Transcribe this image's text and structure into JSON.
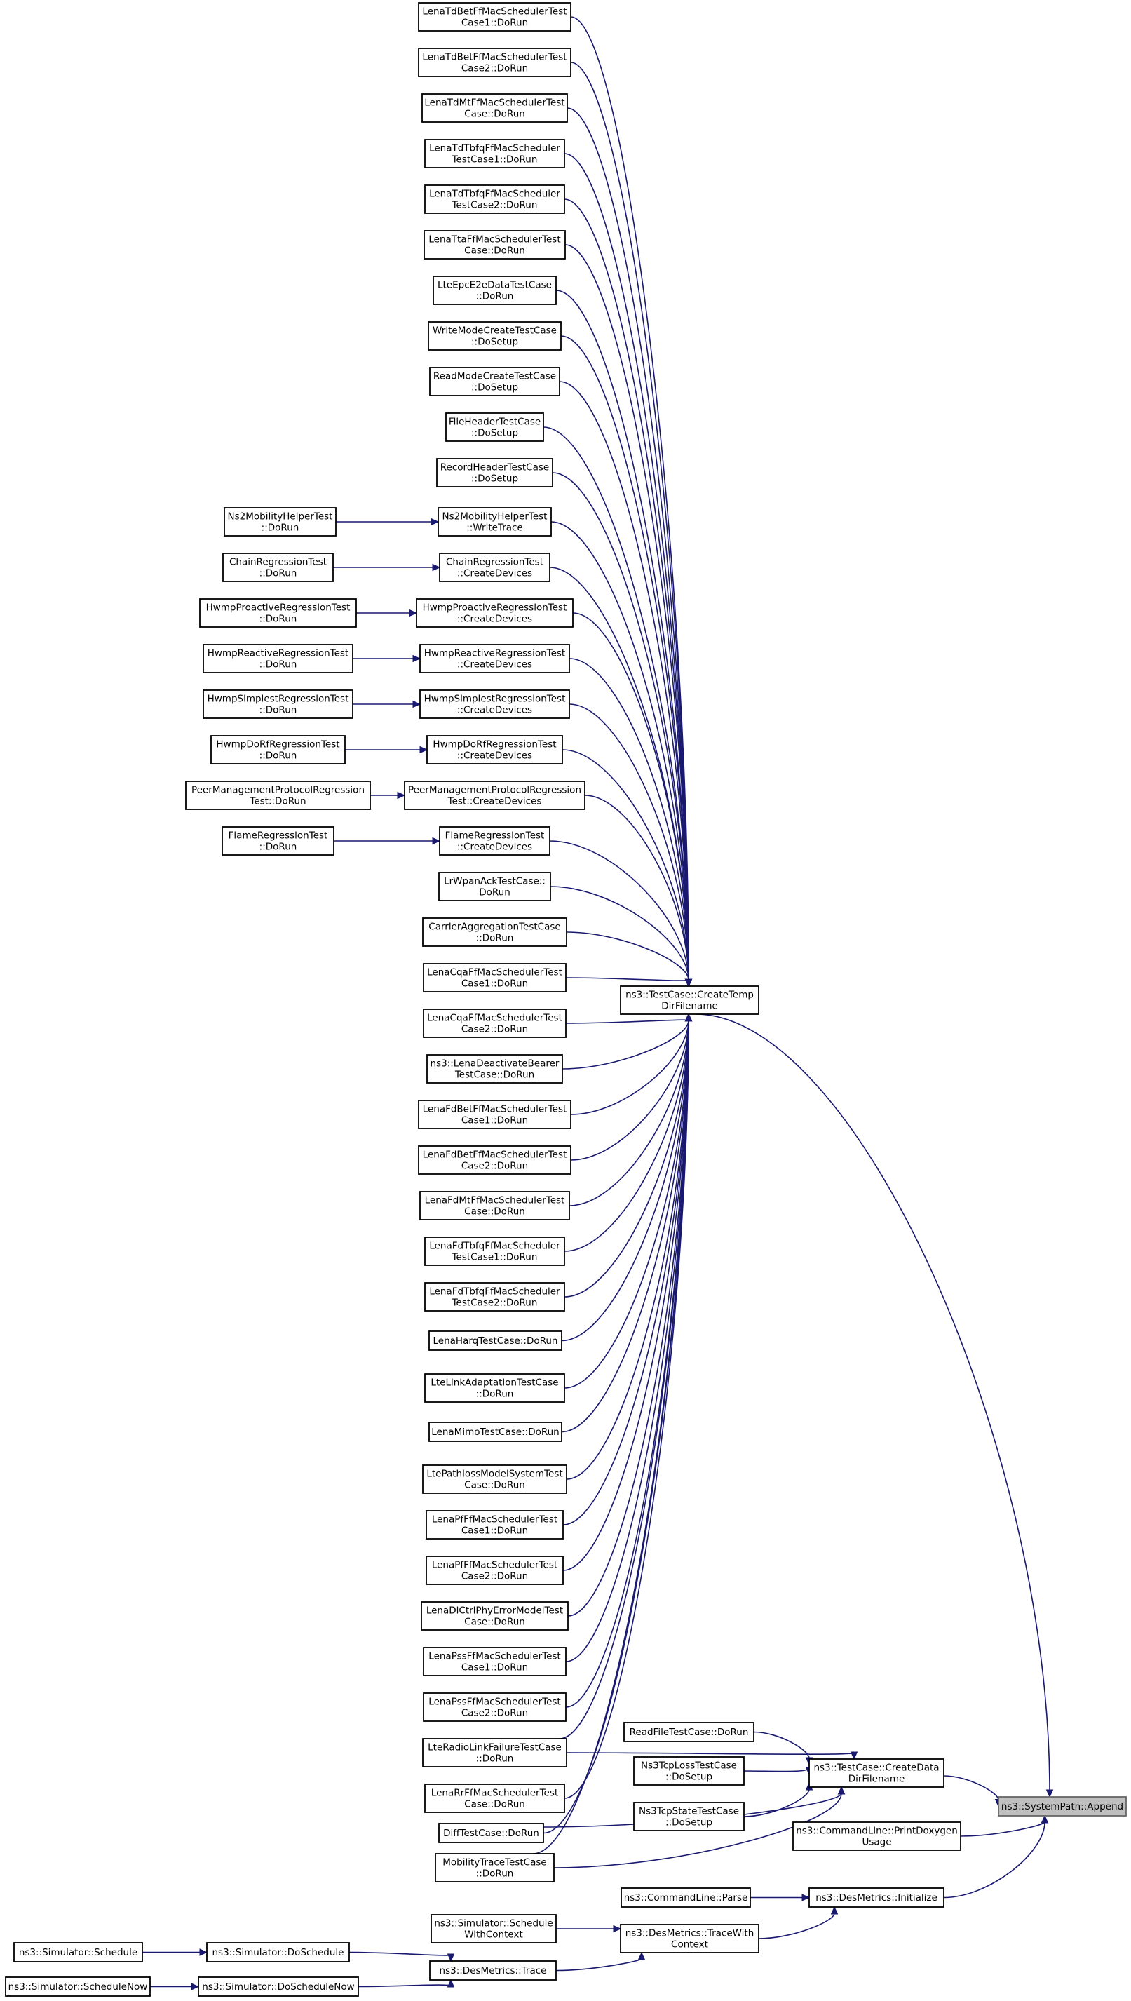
{
  "colors": {
    "edge": "#191970",
    "node_border": "#000000",
    "highlight_fill": "#bfbfbf",
    "background": "#ffffff"
  },
  "nodes": [
    {
      "id": "append",
      "lines": [
        "ns3::SystemPath::Append"
      ],
      "highlight": true
    },
    {
      "id": "ctdf",
      "lines": [
        "ns3::TestCase::CreateTemp",
        "DirFilename"
      ]
    },
    {
      "id": "cddf",
      "lines": [
        "ns3::TestCase::CreateData",
        "DirFilename"
      ]
    },
    {
      "id": "pdu",
      "lines": [
        "ns3::CommandLine::PrintDoxygen",
        "Usage"
      ]
    },
    {
      "id": "dmi",
      "lines": [
        "ns3::DesMetrics::Initialize"
      ]
    },
    {
      "id": "clp",
      "lines": [
        "ns3::CommandLine::Parse"
      ]
    },
    {
      "id": "dmtwc",
      "lines": [
        "ns3::DesMetrics::TraceWith",
        "Context"
      ]
    },
    {
      "id": "dmt",
      "lines": [
        "ns3::DesMetrics::Trace"
      ]
    },
    {
      "id": "sswc",
      "lines": [
        "ns3::Simulator::Schedule",
        "WithContext"
      ]
    },
    {
      "id": "sds",
      "lines": [
        "ns3::Simulator::DoSchedule"
      ]
    },
    {
      "id": "sdsn",
      "lines": [
        "ns3::Simulator::DoScheduleNow"
      ]
    },
    {
      "id": "ss",
      "lines": [
        "ns3::Simulator::Schedule"
      ]
    },
    {
      "id": "ssn",
      "lines": [
        "ns3::Simulator::ScheduleNow"
      ]
    },
    {
      "id": "rftc",
      "lines": [
        "ReadFileTestCase::DoRun"
      ]
    },
    {
      "id": "ntltc",
      "lines": [
        "Ns3TcpLossTestCase",
        "::DoSetup"
      ]
    },
    {
      "id": "ntstc",
      "lines": [
        "Ns3TcpStateTestCase",
        "::DoSetup"
      ]
    },
    {
      "id": "n1",
      "lines": [
        "LenaTdBetFfMacSchedulerTest",
        "Case1::DoRun"
      ]
    },
    {
      "id": "n2",
      "lines": [
        "LenaTdBetFfMacSchedulerTest",
        "Case2::DoRun"
      ]
    },
    {
      "id": "n3",
      "lines": [
        "LenaTdMtFfMacSchedulerTest",
        "Case::DoRun"
      ]
    },
    {
      "id": "n4",
      "lines": [
        "LenaTdTbfqFfMacScheduler",
        "TestCase1::DoRun"
      ]
    },
    {
      "id": "n5",
      "lines": [
        "LenaTdTbfqFfMacScheduler",
        "TestCase2::DoRun"
      ]
    },
    {
      "id": "n6",
      "lines": [
        "LenaTtaFfMacSchedulerTest",
        "Case::DoRun"
      ]
    },
    {
      "id": "n7",
      "lines": [
        "LteEpcE2eDataTestCase",
        "::DoRun"
      ]
    },
    {
      "id": "n8",
      "lines": [
        "WriteModeCreateTestCase",
        "::DoSetup"
      ]
    },
    {
      "id": "n9",
      "lines": [
        "ReadModeCreateTestCase",
        "::DoSetup"
      ]
    },
    {
      "id": "n10",
      "lines": [
        "FileHeaderTestCase",
        "::DoSetup"
      ]
    },
    {
      "id": "n11",
      "lines": [
        "RecordHeaderTestCase",
        "::DoSetup"
      ]
    },
    {
      "id": "n12",
      "lines": [
        "Ns2MobilityHelperTest",
        "::WriteTrace"
      ]
    },
    {
      "id": "n13",
      "lines": [
        "ChainRegressionTest",
        "::CreateDevices"
      ]
    },
    {
      "id": "n14",
      "lines": [
        "HwmpProactiveRegressionTest",
        "::CreateDevices"
      ]
    },
    {
      "id": "n15",
      "lines": [
        "HwmpReactiveRegressionTest",
        "::CreateDevices"
      ]
    },
    {
      "id": "n16",
      "lines": [
        "HwmpSimplestRegressionTest",
        "::CreateDevices"
      ]
    },
    {
      "id": "n17",
      "lines": [
        "HwmpDoRfRegressionTest",
        "::CreateDevices"
      ]
    },
    {
      "id": "n18",
      "lines": [
        "PeerManagementProtocolRegression",
        "Test::CreateDevices"
      ]
    },
    {
      "id": "n19",
      "lines": [
        "FlameRegressionTest",
        "::CreateDevices"
      ]
    },
    {
      "id": "n20",
      "lines": [
        "LrWpanAckTestCase::",
        "DoRun"
      ]
    },
    {
      "id": "n21",
      "lines": [
        "CarrierAggregationTestCase",
        "::DoRun"
      ]
    },
    {
      "id": "n22",
      "lines": [
        "LenaCqaFfMacSchedulerTest",
        "Case1::DoRun"
      ]
    },
    {
      "id": "n23",
      "lines": [
        "LenaCqaFfMacSchedulerTest",
        "Case2::DoRun"
      ]
    },
    {
      "id": "n24",
      "lines": [
        "ns3::LenaDeactivateBearer",
        "TestCase::DoRun"
      ]
    },
    {
      "id": "n25",
      "lines": [
        "LenaFdBetFfMacSchedulerTest",
        "Case1::DoRun"
      ]
    },
    {
      "id": "n26",
      "lines": [
        "LenaFdBetFfMacSchedulerTest",
        "Case2::DoRun"
      ]
    },
    {
      "id": "n27",
      "lines": [
        "LenaFdMtFfMacSchedulerTest",
        "Case::DoRun"
      ]
    },
    {
      "id": "n28",
      "lines": [
        "LenaFdTbfqFfMacScheduler",
        "TestCase1::DoRun"
      ]
    },
    {
      "id": "n29",
      "lines": [
        "LenaFdTbfqFfMacScheduler",
        "TestCase2::DoRun"
      ]
    },
    {
      "id": "n30",
      "lines": [
        "LenaHarqTestCase::DoRun"
      ]
    },
    {
      "id": "n31",
      "lines": [
        "LteLinkAdaptationTestCase",
        "::DoRun"
      ]
    },
    {
      "id": "n32",
      "lines": [
        "LenaMimoTestCase::DoRun"
      ]
    },
    {
      "id": "n33",
      "lines": [
        "LtePathlossModelSystemTest",
        "Case::DoRun"
      ]
    },
    {
      "id": "n34",
      "lines": [
        "LenaPfFfMacSchedulerTest",
        "Case1::DoRun"
      ]
    },
    {
      "id": "n35",
      "lines": [
        "LenaPfFfMacSchedulerTest",
        "Case2::DoRun"
      ]
    },
    {
      "id": "n36",
      "lines": [
        "LenaDlCtrlPhyErrorModelTest",
        "Case::DoRun"
      ]
    },
    {
      "id": "n37",
      "lines": [
        "LenaPssFfMacSchedulerTest",
        "Case1::DoRun"
      ]
    },
    {
      "id": "n38",
      "lines": [
        "LenaPssFfMacSchedulerTest",
        "Case2::DoRun"
      ]
    },
    {
      "id": "n39",
      "lines": [
        "LteRadioLinkFailureTestCase",
        "::DoRun"
      ]
    },
    {
      "id": "n40",
      "lines": [
        "LenaRrFfMacSchedulerTest",
        "Case::DoRun"
      ]
    },
    {
      "id": "n41",
      "lines": [
        "DiffTestCase::DoRun"
      ]
    },
    {
      "id": "n42",
      "lines": [
        "MobilityTraceTestCase",
        "::DoRun"
      ]
    },
    {
      "id": "l1",
      "lines": [
        "Ns2MobilityHelperTest",
        "::DoRun"
      ]
    },
    {
      "id": "l2",
      "lines": [
        "ChainRegressionTest",
        "::DoRun"
      ]
    },
    {
      "id": "l3",
      "lines": [
        "HwmpProactiveRegressionTest",
        "::DoRun"
      ]
    },
    {
      "id": "l4",
      "lines": [
        "HwmpReactiveRegressionTest",
        "::DoRun"
      ]
    },
    {
      "id": "l5",
      "lines": [
        "HwmpSimplestRegressionTest",
        "::DoRun"
      ]
    },
    {
      "id": "l6",
      "lines": [
        "HwmpDoRfRegressionTest",
        "::DoRun"
      ]
    },
    {
      "id": "l7",
      "lines": [
        "PeerManagementProtocolRegression",
        "Test::DoRun"
      ]
    },
    {
      "id": "l8",
      "lines": [
        "FlameRegressionTest",
        "::DoRun"
      ]
    }
  ],
  "edges": [
    [
      "ctdf",
      "append"
    ],
    [
      "cddf",
      "append"
    ],
    [
      "pdu",
      "append"
    ],
    [
      "dmi",
      "append"
    ],
    [
      "clp",
      "dmi"
    ],
    [
      "dmtwc",
      "dmi"
    ],
    [
      "dmt",
      "dmtwc"
    ],
    [
      "sswc",
      "dmtwc"
    ],
    [
      "sds",
      "dmt"
    ],
    [
      "sdsn",
      "dmt"
    ],
    [
      "ss",
      "sds"
    ],
    [
      "ssn",
      "sdsn"
    ],
    [
      "rftc",
      "cddf"
    ],
    [
      "ntltc",
      "cddf"
    ],
    [
      "ntstc",
      "cddf"
    ],
    [
      "n39",
      "cddf"
    ],
    [
      "n41",
      "cddf"
    ],
    [
      "n42",
      "cddf"
    ],
    [
      "n1",
      "ctdf"
    ],
    [
      "n2",
      "ctdf"
    ],
    [
      "n3",
      "ctdf"
    ],
    [
      "n4",
      "ctdf"
    ],
    [
      "n5",
      "ctdf"
    ],
    [
      "n6",
      "ctdf"
    ],
    [
      "n7",
      "ctdf"
    ],
    [
      "n8",
      "ctdf"
    ],
    [
      "n9",
      "ctdf"
    ],
    [
      "n10",
      "ctdf"
    ],
    [
      "n11",
      "ctdf"
    ],
    [
      "n12",
      "ctdf"
    ],
    [
      "n13",
      "ctdf"
    ],
    [
      "n14",
      "ctdf"
    ],
    [
      "n15",
      "ctdf"
    ],
    [
      "n16",
      "ctdf"
    ],
    [
      "n17",
      "ctdf"
    ],
    [
      "n18",
      "ctdf"
    ],
    [
      "n19",
      "ctdf"
    ],
    [
      "n20",
      "ctdf"
    ],
    [
      "n21",
      "ctdf"
    ],
    [
      "n22",
      "ctdf"
    ],
    [
      "n23",
      "ctdf"
    ],
    [
      "n24",
      "ctdf"
    ],
    [
      "n25",
      "ctdf"
    ],
    [
      "n26",
      "ctdf"
    ],
    [
      "n27",
      "ctdf"
    ],
    [
      "n28",
      "ctdf"
    ],
    [
      "n29",
      "ctdf"
    ],
    [
      "n30",
      "ctdf"
    ],
    [
      "n31",
      "ctdf"
    ],
    [
      "n32",
      "ctdf"
    ],
    [
      "n33",
      "ctdf"
    ],
    [
      "n34",
      "ctdf"
    ],
    [
      "n35",
      "ctdf"
    ],
    [
      "n36",
      "ctdf"
    ],
    [
      "n37",
      "ctdf"
    ],
    [
      "n38",
      "ctdf"
    ],
    [
      "n39",
      "ctdf"
    ],
    [
      "n40",
      "ctdf"
    ],
    [
      "n41",
      "ctdf"
    ],
    [
      "n42",
      "ctdf"
    ],
    [
      "l1",
      "n12"
    ],
    [
      "l2",
      "n13"
    ],
    [
      "l3",
      "n14"
    ],
    [
      "l4",
      "n15"
    ],
    [
      "l5",
      "n16"
    ],
    [
      "l6",
      "n17"
    ],
    [
      "l7",
      "n18"
    ],
    [
      "l8",
      "n19"
    ]
  ]
}
